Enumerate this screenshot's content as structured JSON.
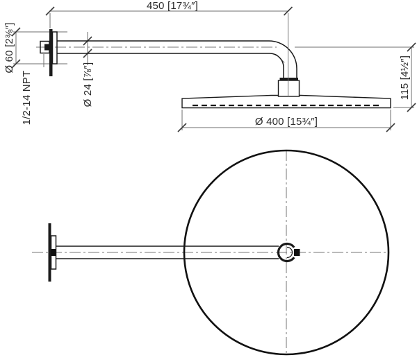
{
  "drawing": {
    "dimensions": {
      "arm_length": {
        "metric": "450",
        "imperial": "17¾″",
        "label": "450 [17¾″]"
      },
      "rosette_diameter": {
        "metric": "Ø 60",
        "imperial": "2⅜″",
        "label": "Ø 60 [2⅜″]"
      },
      "thread": {
        "label": "1/2-14 NPT"
      },
      "arm_diameter": {
        "metric": "Ø 24",
        "imperial": "⅞″",
        "label": "Ø 24 [⅞″]"
      },
      "drop_height": {
        "metric": "115",
        "imperial": "4½″",
        "label": "115 [4½″]"
      },
      "head_diameter": {
        "metric": "Ø 400",
        "imperial": "15¾″",
        "label": "Ø 400 [15¾″]"
      }
    },
    "colors": {
      "object_line": "#1a1a1a",
      "dimension_line": "#6e6e6e",
      "text": "#2a2a2a",
      "background": "#ffffff"
    }
  }
}
